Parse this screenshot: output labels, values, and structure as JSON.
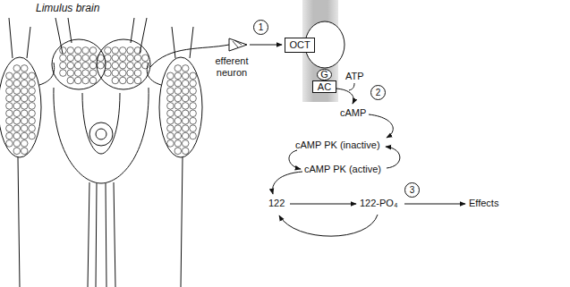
{
  "diagram": {
    "nodes": [
      {
        "text": [
          "OCT"
        ]
      },
      {
        "text": [
          "G"
        ]
      },
      {
        "text": [
          "AC"
        ]
      }
    ],
    "labels": [
      "Limulus brain",
      "efferent neuron",
      "1",
      "ATP",
      "2",
      "cAMP",
      "cAMP PK (inactive)",
      "cAMP PK (active)",
      "122",
      "122-PO₄",
      "3",
      "Effects"
    ]
  }
}
